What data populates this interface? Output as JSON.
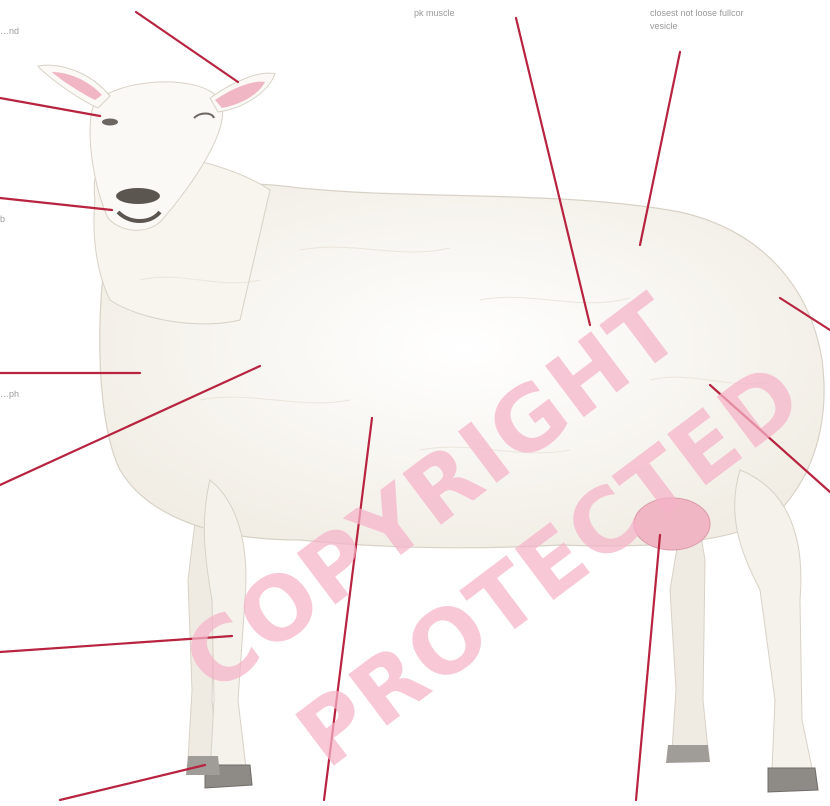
{
  "labels": {
    "top_left": "…nd",
    "mid_left_1": "b",
    "mid_left_2": "…ph",
    "top_center": "pk muscle",
    "top_right": "closest not loose fullcor",
    "top_right_2": "vesicle"
  },
  "watermark": {
    "line1": "COPYRIGHT",
    "line2": "PROTECTED",
    "color": "#f4a7c0"
  },
  "colors": {
    "leader_line": "#b8233f",
    "wool": "#f7f4ee",
    "skin_pink": "#f1b6c4",
    "outline": "#d8d2c6"
  }
}
